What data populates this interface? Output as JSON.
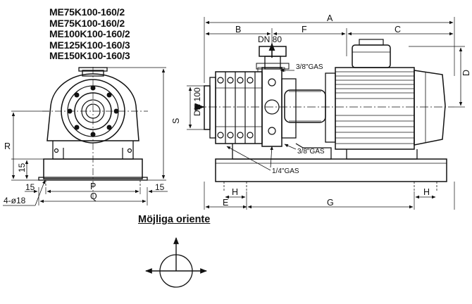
{
  "models": [
    "ME75K100-160/2",
    "ME75K100-160/2",
    "ME100K100-160/2",
    "ME125K100-160/3",
    "ME150K100-160/3"
  ],
  "orientation_title": "Möjliga oriente",
  "front_view": {
    "dim_R": "R",
    "dim_S": "S",
    "dim_15_vertical": "15",
    "dim_15_left": "15",
    "dim_15_right": "15",
    "dim_P": "P",
    "dim_Q": "Q",
    "bolt_holes": "4-ø18"
  },
  "side_view": {
    "dim_A": "A",
    "dim_B": "B",
    "dim_F": "F",
    "dim_C": "C",
    "dim_D": "D",
    "dim_E": "E",
    "dim_G": "G",
    "dim_H_left": "H",
    "dim_H_right": "H",
    "outlet_label": "DN 80",
    "inlet_label": "DN 100",
    "gas_top": "3/8\"GAS",
    "gas_bottom": "3/8\"GAS",
    "gas_drain": "1/4\"GAS"
  }
}
